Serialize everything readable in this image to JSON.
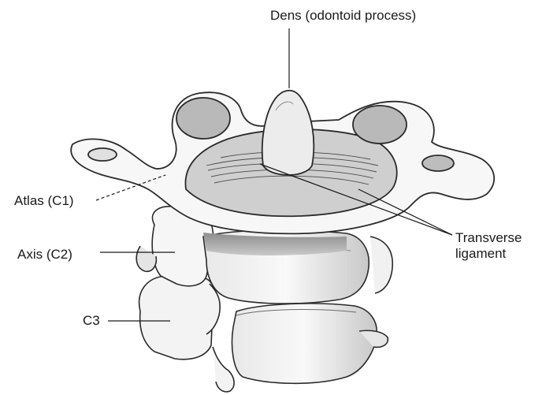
{
  "labels": {
    "dens": "Dens (odontoid process)",
    "atlas": "Atlas (C1)",
    "axis": "Axis (C2)",
    "c3": "C3",
    "transverse_line1": "Transverse",
    "transverse_line2": "ligament"
  },
  "colors": {
    "bone_fill": "#f7f7f7",
    "bone_shadow": "#a9a9a9",
    "outline": "#2b2b2b",
    "background": "#ffffff"
  }
}
